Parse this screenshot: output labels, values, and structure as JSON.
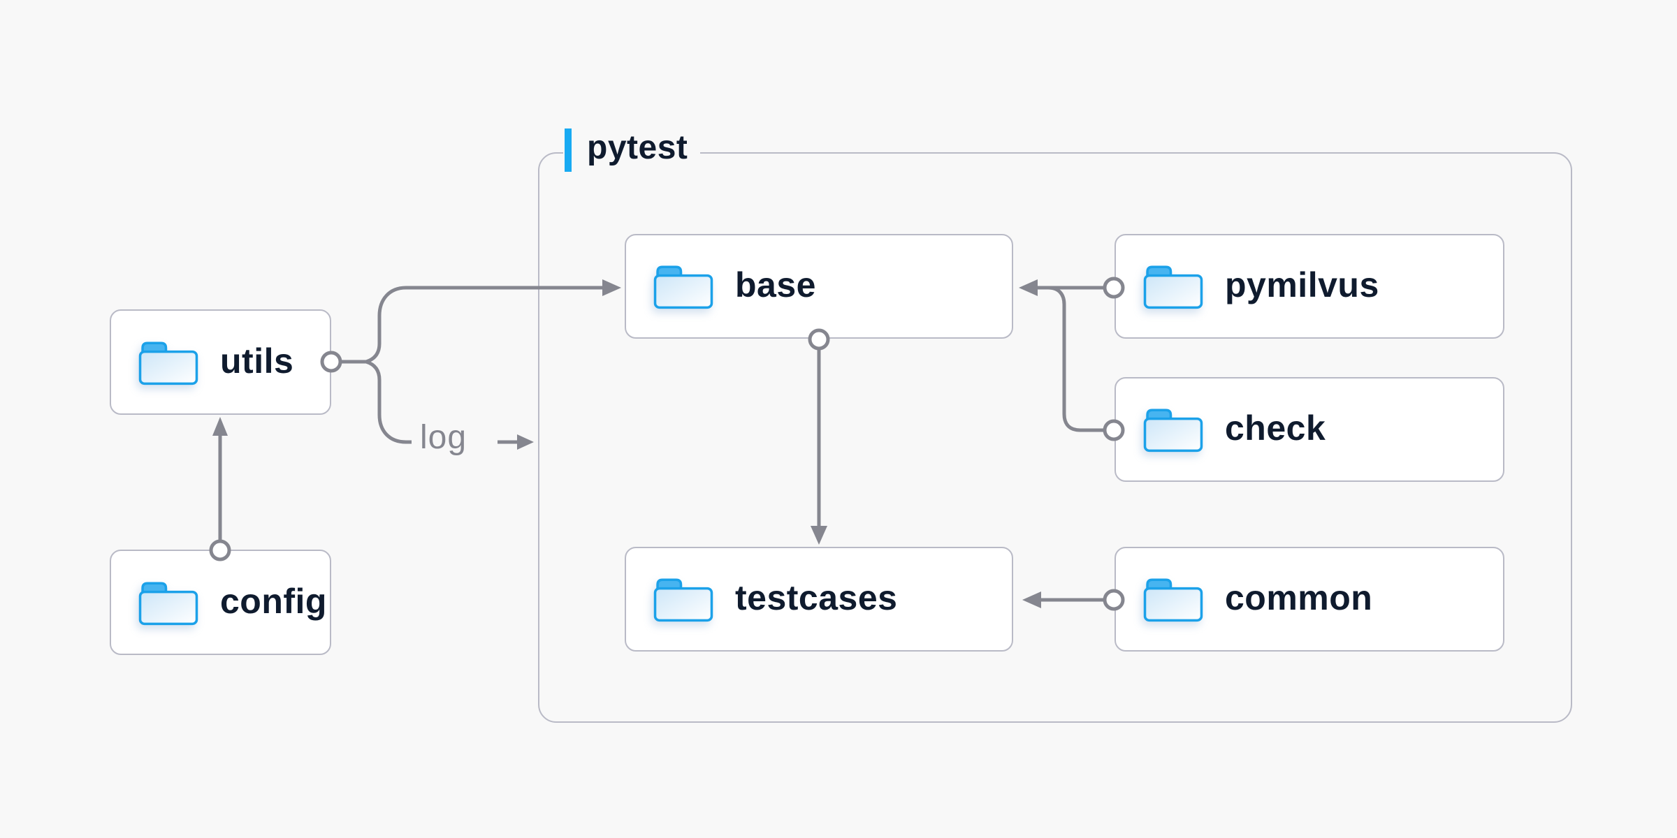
{
  "diagram": {
    "group": {
      "label": "pytest"
    },
    "nodes": [
      {
        "id": "utils",
        "label": "utils"
      },
      {
        "id": "config",
        "label": "config"
      },
      {
        "id": "base",
        "label": "base"
      },
      {
        "id": "pymilvus",
        "label": "pymilvus"
      },
      {
        "id": "check",
        "label": "check"
      },
      {
        "id": "testcases",
        "label": "testcases"
      },
      {
        "id": "common",
        "label": "common"
      }
    ],
    "edges": [
      {
        "from": "config",
        "to": "utils",
        "style": "arrow"
      },
      {
        "from": "utils",
        "to": "base",
        "style": "arrow"
      },
      {
        "from": "utils",
        "to": "pytest",
        "style": "arrow",
        "label": "log"
      },
      {
        "from": "pymilvus",
        "to": "base",
        "style": "arrow"
      },
      {
        "from": "check",
        "to": "base",
        "style": "merge"
      },
      {
        "from": "base",
        "to": "testcases",
        "style": "arrow"
      },
      {
        "from": "common",
        "to": "testcases",
        "style": "arrow"
      }
    ],
    "edge_label": "log",
    "icons": {
      "node_icon": "folder-icon"
    },
    "colors": {
      "background": "#f8f8f8",
      "node_fill": "#ffffff",
      "node_border": "#b9bac6",
      "node_text": "#0f1b2e",
      "wire": "#85868f",
      "accent_bar": "#18aaf2",
      "folder_outline": "#1ba1e9",
      "folder_tab": "#47b4f0"
    }
  }
}
